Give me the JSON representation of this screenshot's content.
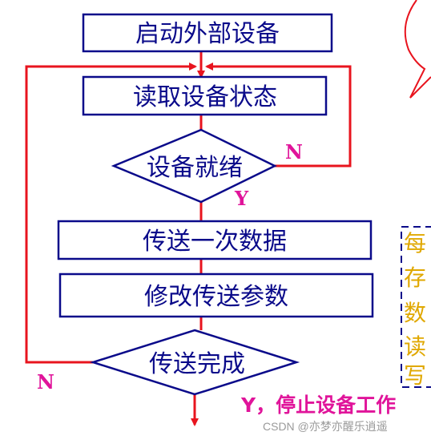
{
  "flowchart": {
    "steps": {
      "start_device": "启动外部设备",
      "read_status": "读取设备状态",
      "device_ready": "设备就绪",
      "transfer_once": "传送一次数据",
      "modify_params": "修改传送参数",
      "transfer_done": "传送完成"
    },
    "labels": {
      "ready_no": "N",
      "ready_yes": "Y",
      "done_no": "N",
      "done_yes": "Y，停止设备工作"
    },
    "side_note": [
      "每",
      "存",
      "数",
      "读",
      "写"
    ]
  },
  "watermark": "CSDN @亦梦亦醒乐逍遥",
  "colors": {
    "box_border": "#0a0a8a",
    "text": "#0a0a8a",
    "flow_line": "#e8141e",
    "label": "#e0149a",
    "note": "#e0a800"
  }
}
